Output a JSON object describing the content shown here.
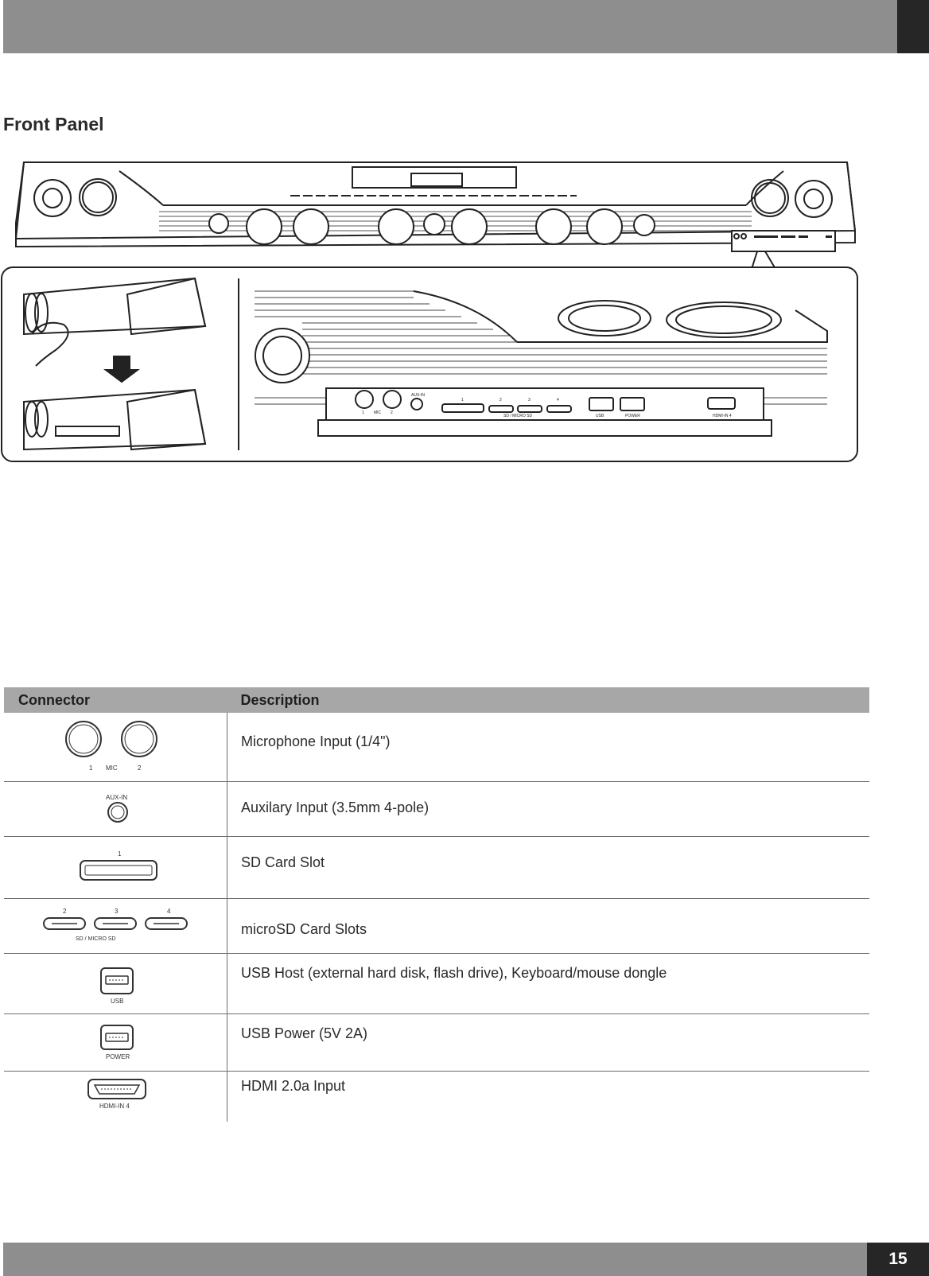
{
  "section_title": "Front Panel",
  "figure_labels": {
    "mic": "MIC",
    "mic_1": "1",
    "mic_2": "2",
    "aux_in": "AUX-IN",
    "sd_1": "1",
    "micro_2": "2",
    "micro_3": "3",
    "micro_4": "4",
    "sd_micro_sd": "SD / MICRO SD",
    "usb": "USB",
    "power": "POWER",
    "hdmi_in": "HDMI-IN 4"
  },
  "table": {
    "header": {
      "connector": "Connector",
      "description": "Description"
    },
    "rows": [
      {
        "description": "Microphone Input (1/4\")"
      },
      {
        "description": "Auxilary Input (3.5mm 4-pole)"
      },
      {
        "description": "SD Card Slot"
      },
      {
        "description": "microSD Card Slots"
      },
      {
        "description": "USB Host (external hard disk, flash drive), Keyboard/mouse dongle"
      },
      {
        "description": "USB Power (5V 2A)"
      },
      {
        "description": "HDMI 2.0a Input"
      }
    ],
    "icon_labels": {
      "mic_1": "1",
      "mic": "MIC",
      "mic_2": "2",
      "aux_in": "AUX-IN",
      "sd_1": "1",
      "micro_2": "2",
      "micro_3": "3",
      "micro_4": "4",
      "sd_micro_sd": "SD / MICRO SD",
      "usb": "USB",
      "power": "POWER",
      "hdmi_in": "HDMI-IN 4"
    }
  },
  "page_number": "15"
}
